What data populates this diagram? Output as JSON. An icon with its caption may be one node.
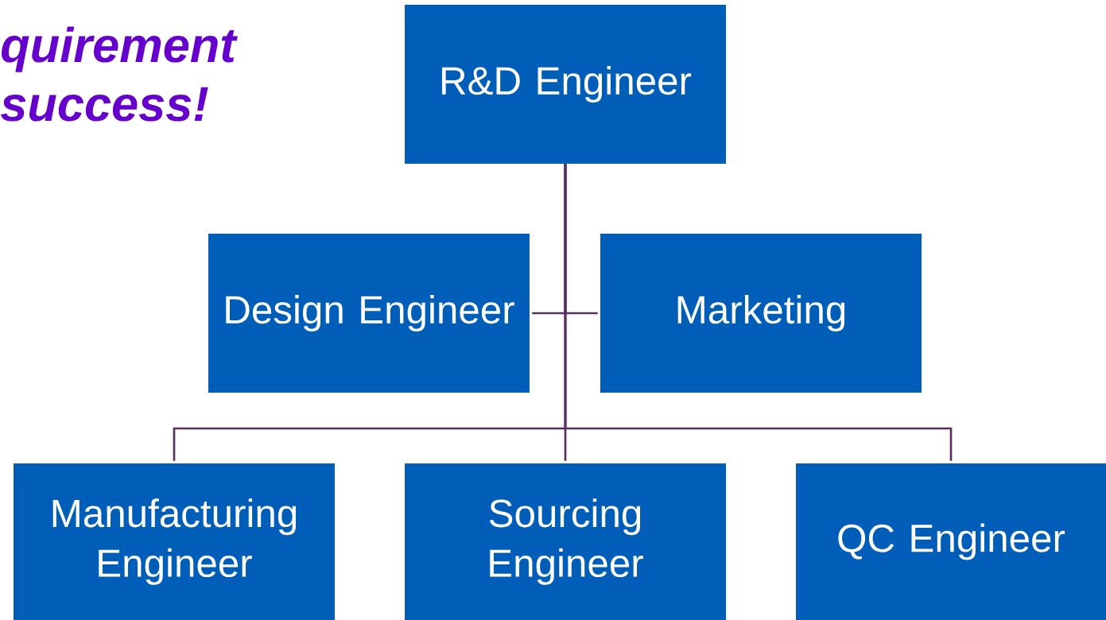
{
  "diagram": {
    "nodes": [
      {
        "text": [
          "R&D Engineer"
        ]
      },
      {
        "text": [
          "Design Engineer"
        ]
      },
      {
        "text": [
          "Marketing"
        ]
      },
      {
        "text": [
          "Manufacturing Engineer"
        ]
      },
      {
        "text": [
          "Sourcing Engineer"
        ]
      },
      {
        "text": [
          "QC Engineer"
        ]
      }
    ],
    "edges": [
      {
        "from": 0,
        "to": 1,
        "arrow": "none"
      },
      {
        "from": 0,
        "to": 2,
        "arrow": "none"
      },
      {
        "from": 0,
        "to": 3,
        "arrow": "none"
      },
      {
        "from": 0,
        "to": 4,
        "arrow": "none"
      },
      {
        "from": 0,
        "to": 5,
        "arrow": "none"
      }
    ],
    "labels": [
      "quirement",
      "success!"
    ]
  }
}
